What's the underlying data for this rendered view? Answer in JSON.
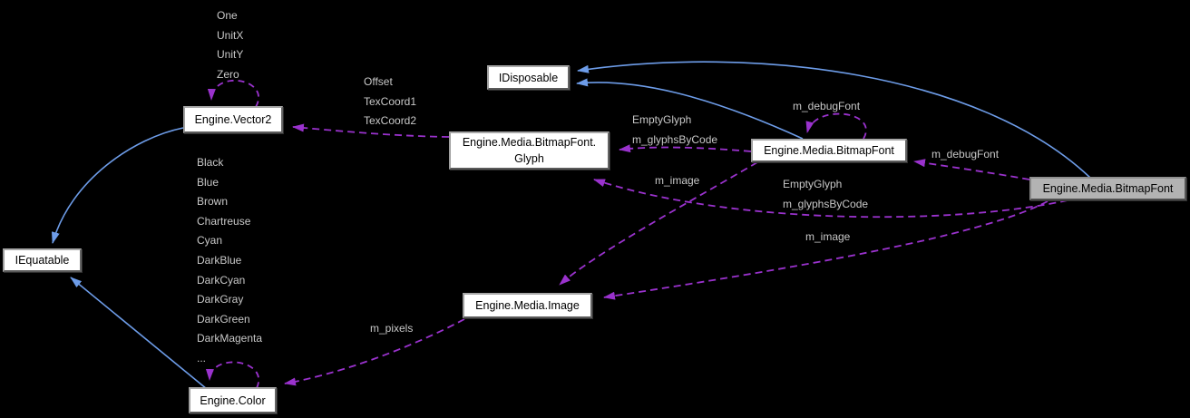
{
  "diagram": {
    "title": "collaboration diagram",
    "background": "#000000",
    "colors": {
      "inheritance_edge": "#6d9ce8",
      "usage_edge": "#9a32cd",
      "edge_label_text": "#c8c8c8",
      "node_fill": "#ffffff",
      "node_text": "#000000",
      "main_node_fill": "#b3b3b3"
    },
    "nodes": {
      "idisposable": {
        "label": "IDisposable"
      },
      "vector2": {
        "label": "Engine.Vector2"
      },
      "glyph": {
        "line1": "Engine.Media.BitmapFont.",
        "line2": "Glyph"
      },
      "bitmapfont": {
        "label": "Engine.Media.BitmapFont"
      },
      "bitmapfont_main": {
        "label": "Engine.Media.BitmapFont"
      },
      "iequatable": {
        "label": "IEquatable"
      },
      "image": {
        "label": "Engine.Media.Image"
      },
      "color": {
        "label": "Engine.Color"
      }
    },
    "edge_labels": {
      "vector2_loop": {
        "lines": [
          "One",
          "UnitX",
          "UnitY",
          "Zero"
        ]
      },
      "glyph_to_vector2": {
        "lines": [
          "Offset",
          "TexCoord1",
          "TexCoord2"
        ]
      },
      "bitmapfont_to_glyph": {
        "lines": [
          "EmptyGlyph",
          "m_glyphsByCode"
        ]
      },
      "bitmapfont_loop": {
        "lines": [
          "m_debugFont"
        ]
      },
      "main_to_bitmapfont": {
        "lines": [
          "m_debugFont"
        ]
      },
      "bitmapfont_to_image": {
        "lines": [
          "m_image"
        ]
      },
      "main_to_glyph": {
        "lines": [
          "EmptyGlyph",
          "m_glyphsByCode"
        ]
      },
      "main_to_image": {
        "lines": [
          "m_image"
        ]
      },
      "image_to_color": {
        "lines": [
          "m_pixels"
        ]
      },
      "color_loop": {
        "lines": [
          "Black",
          "Blue",
          "Brown",
          "Chartreuse",
          "Cyan",
          "DarkBlue",
          "DarkCyan",
          "DarkGray",
          "DarkGreen",
          "DarkMagenta",
          "..."
        ]
      }
    }
  }
}
